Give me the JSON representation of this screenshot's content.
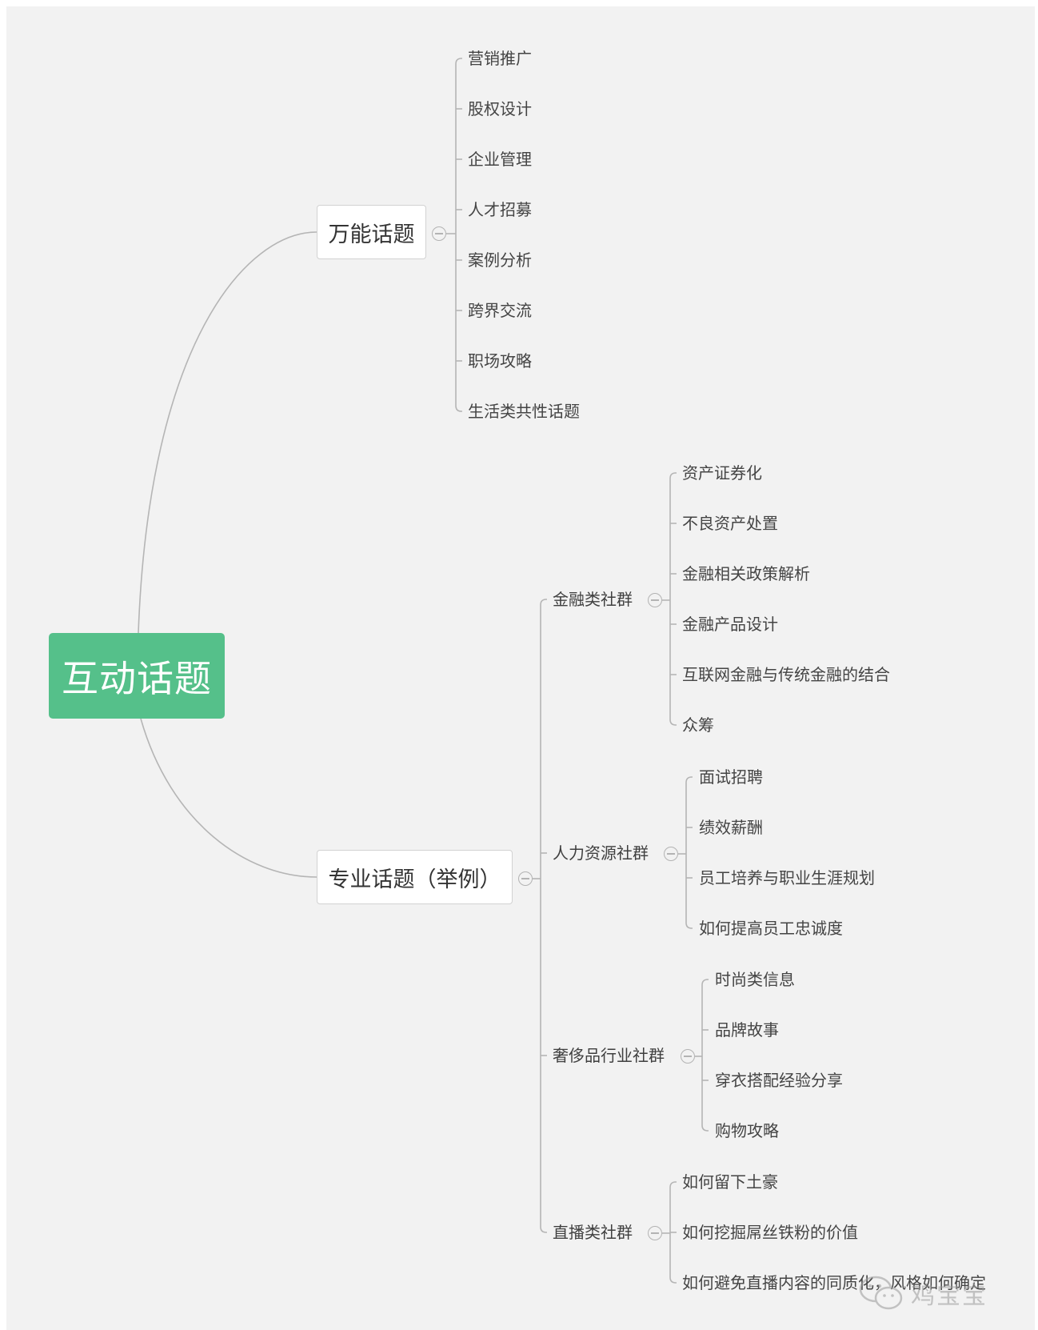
{
  "root": {
    "label": "互动话题",
    "color": "#55c08a"
  },
  "branches": [
    {
      "label": "万能话题",
      "items": [
        "营销推广",
        "股权设计",
        "企业管理",
        "人才招募",
        "案例分析",
        "跨界交流",
        "职场攻略",
        "生活类共性话题"
      ]
    },
    {
      "label": "专业话题（举例）",
      "groups": [
        {
          "label": "金融类社群",
          "items": [
            "资产证券化",
            "不良资产处置",
            "金融相关政策解析",
            "金融产品设计",
            "互联网金融与传统金融的结合",
            "众筹"
          ]
        },
        {
          "label": "人力资源社群",
          "items": [
            "面试招聘",
            "绩效薪酬",
            "员工培养与职业生涯规划",
            "如何提高员工忠诚度"
          ]
        },
        {
          "label": "奢侈品行业社群",
          "items": [
            "时尚类信息",
            "品牌故事",
            "穿衣搭配经验分享",
            "购物攻略"
          ]
        },
        {
          "label": "直播类社群",
          "items": [
            "如何留下土豪",
            "如何挖掘屌丝铁粉的价值",
            "如何避免直播内容的同质化，风格如何确定"
          ]
        }
      ]
    }
  ],
  "watermark": {
    "text": "鸡宝宝",
    "icon": "wechat-icon"
  },
  "colors": {
    "line": "#b5b5b5",
    "background": "#f2f2f2"
  }
}
